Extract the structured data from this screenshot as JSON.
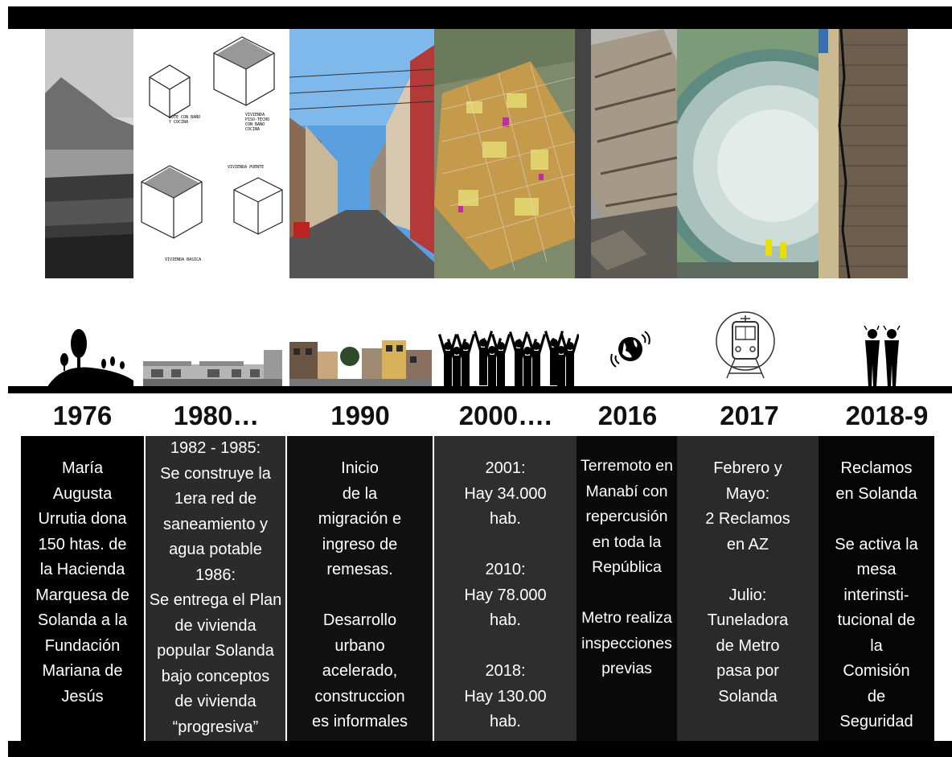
{
  "timeline": [
    {
      "year": "1976",
      "text": "María\nAugusta\nUrrutia dona\n150 htas. de\nla Hacienda\nMarquesa de\nSolanda a la\nFundación\nMariana de\nJesús",
      "icon": "tree-landscape-icon"
    },
    {
      "year": "1980…",
      "text": "1982 - 1985:\nSe construye la\n1era red de\nsaneamiento y\nagua potable\n1986:\nSe entrega el Plan\nde vivienda\npopular Solanda\nbajo conceptos\nde vivienda\n“progresiva”",
      "icon": "houses-icon"
    },
    {
      "year": "1990",
      "text": "Inicio\nde la\nmigración e\ningreso de\nremesas.\n\nDesarrollo\nurbano\nacelerado,\nconstruccion\nes informales",
      "icon": "street-buildings-icon"
    },
    {
      "year": "2000….",
      "text": "2001:\nHay 34.000\nhab.\n\n2010:\nHay 78.000\nhab.\n\n2018:\nHay 130.00\nhab.",
      "icon": "crowd-icon"
    },
    {
      "year": "2016",
      "text": "Terremoto en\nManabí con\nrepercusión\nen toda la\nRepública\n\nMetro realiza\ninspecciones\nprevias",
      "icon": "earthquake-globe-icon"
    },
    {
      "year": "2017",
      "text": "Febrero y\nMayo:\n2 Reclamos\nen AZ\n\nJulio:\nTuneladora\nde Metro\npasa por\nSolanda",
      "icon": "metro-train-icon"
    },
    {
      "year": "2018-9",
      "text": "Reclamos\nen Solanda\n\nSe activa la\nmesa\ninterinsti-\ntucional de\nla\nComisión\nde\nSeguridad",
      "icon": "protest-people-icon"
    }
  ],
  "photos": {
    "p1": "mountain-landscape-photo",
    "p2": "housing-sketch-drawing",
    "p3": "street-photo",
    "p4": "aerial-map-photo",
    "p5": "collapsed-building-photo",
    "p6": "metro-tunnel-photo",
    "p7": "cracked-wall-photo"
  },
  "sketch_labels": {
    "lote": "LOTE CON BAÑO Y COCINA",
    "piso": "VIVIENDA PISO-TECHO CON BAÑO COCINA",
    "puente": "VIVIENDA PUENTE",
    "basica": "VIVIENDA BASICA"
  }
}
